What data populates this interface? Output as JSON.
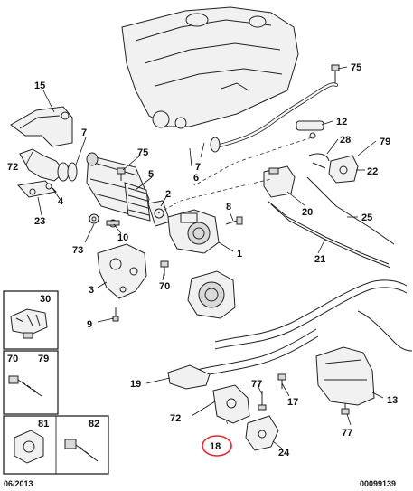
{
  "diagram": {
    "callouts": [
      "1",
      "2",
      "3",
      "4",
      "5",
      "6",
      "7",
      "7",
      "8",
      "9",
      "10",
      "12",
      "13",
      "15",
      "17",
      "18",
      "19",
      "20",
      "21",
      "22",
      "23",
      "24",
      "25",
      "28",
      "70",
      "72",
      "72",
      "73",
      "75",
      "75",
      "77",
      "77",
      "79"
    ],
    "highlighted_callout": "18",
    "highlight_color": "#e0262b",
    "inset": {
      "cells": [
        {
          "id": "30"
        },
        {
          "id": "70"
        },
        {
          "id": "79"
        },
        {
          "id": "81"
        },
        {
          "id": "82"
        }
      ]
    },
    "footer": {
      "date": "06/2013",
      "reference": "00099139"
    }
  }
}
